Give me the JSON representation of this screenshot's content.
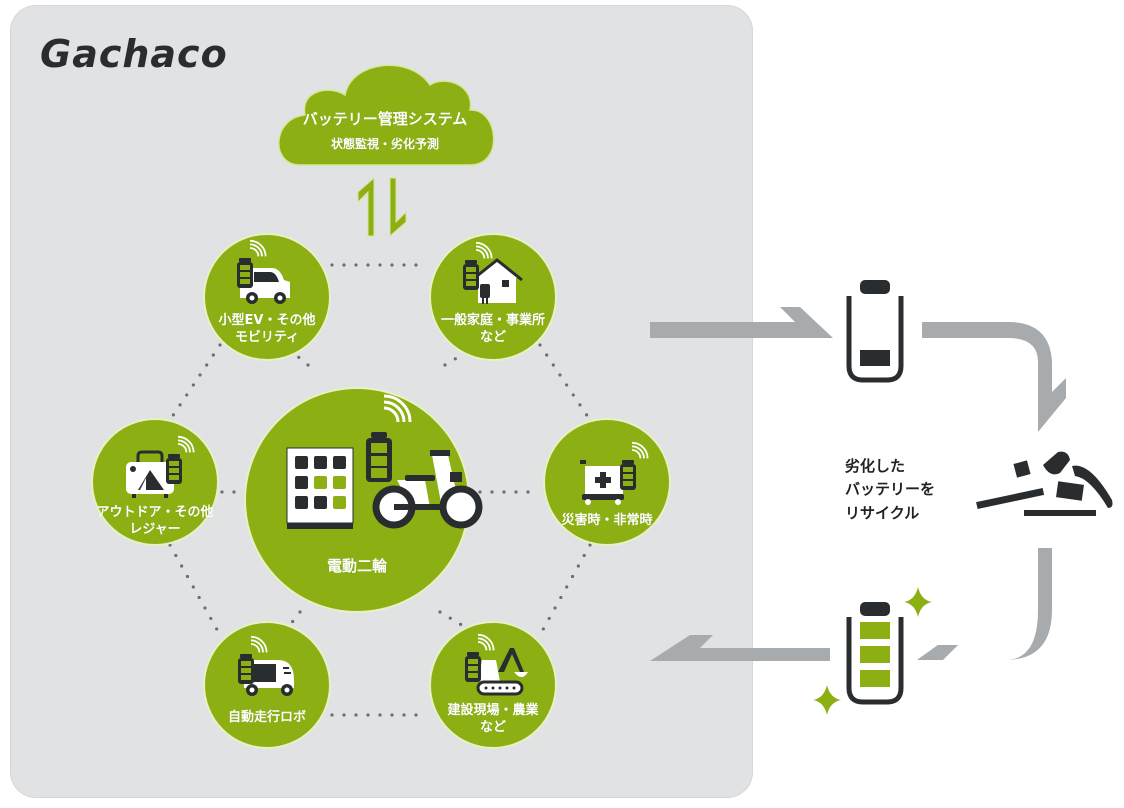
{
  "brand": {
    "logo_text": "Gachaco",
    "accent_color": "#8cb014",
    "dark_color": "#2a2d30"
  },
  "cloud": {
    "title": "バッテリー管理システム",
    "subtitle": "状態監視・劣化予測",
    "icon": "cloud-icon"
  },
  "sync_arrows": {
    "icon": "bidirectional-arrows-icon"
  },
  "center": {
    "label": "電動二輪",
    "icon": "battery-swap-station-scooter-icon"
  },
  "use_cases": [
    {
      "id": "small-ev",
      "line1": "小型EV・その他",
      "line2": "モビリティ",
      "icon": "small-car-icon"
    },
    {
      "id": "home-business",
      "line1": "一般家庭・事業所",
      "line2": "など",
      "icon": "house-icon"
    },
    {
      "id": "outdoor-leisure",
      "line1": "アウトドア・その他",
      "line2": "レジャー",
      "icon": "portable-power-tent-icon"
    },
    {
      "id": "disaster",
      "line1": "災害時・非常時",
      "line2": "",
      "icon": "medical-cart-icon"
    },
    {
      "id": "robot",
      "line1": "自動走行ロボ",
      "line2": "",
      "icon": "delivery-robot-icon"
    },
    {
      "id": "construction-agri",
      "line1": "建設現場・農業",
      "line2": "など",
      "icon": "excavator-icon"
    }
  ],
  "recycle": {
    "line1": "劣化した",
    "line2": "バッテリーを",
    "line3": "リサイクル",
    "depleted_battery_level": 0.2,
    "charged_battery_level": 1.0,
    "icons": [
      "depleted-battery-icon",
      "recycled-parts-icon",
      "charged-battery-icon",
      "sparkle-icon"
    ]
  },
  "colors": {
    "panel": "#e1e2e4",
    "green": "#8cb014",
    "arrow_gray": "#a8abae",
    "icon_dark": "#2a2d30"
  }
}
